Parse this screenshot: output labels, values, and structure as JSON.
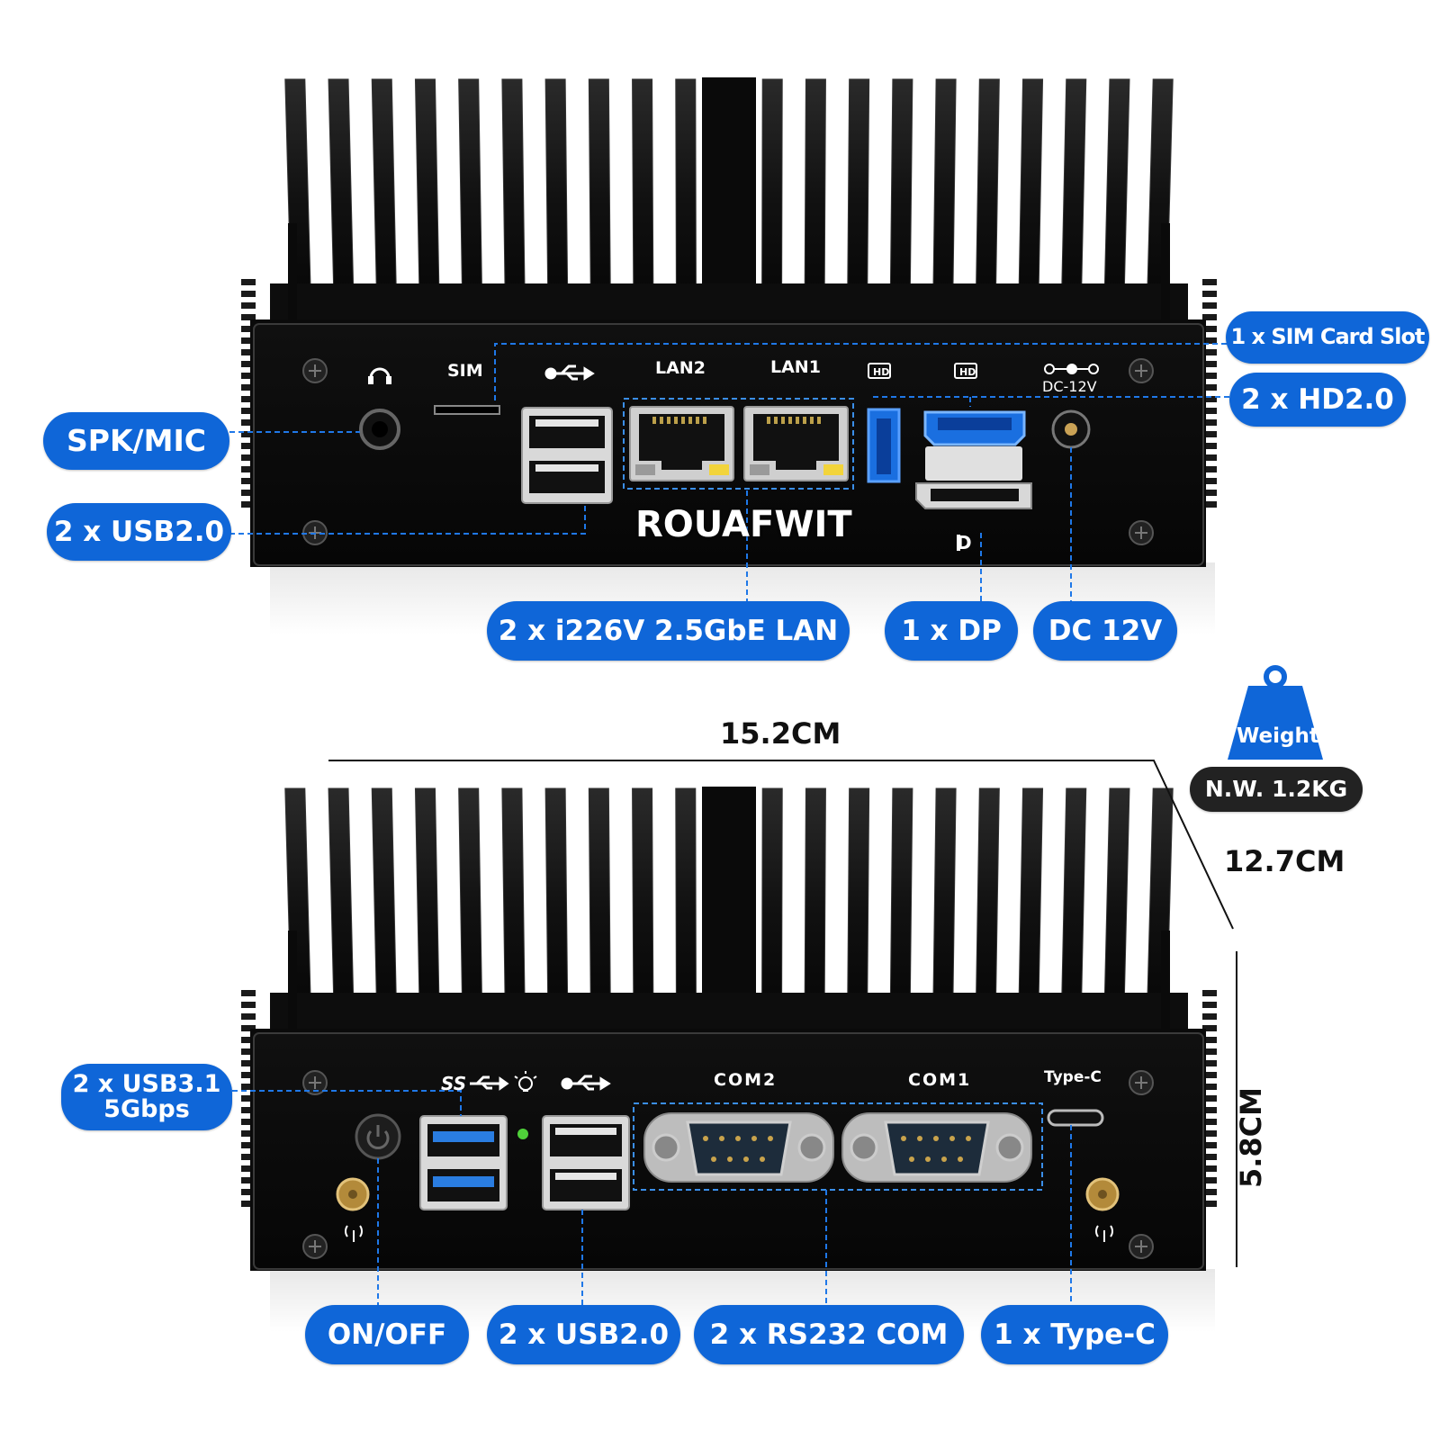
{
  "brand": "ROUAFWIT",
  "front_panel": {
    "port_labels": {
      "sim": "SIM",
      "lan2": "LAN2",
      "lan1": "LAN1",
      "dc": "DC-12V",
      "dp": "P"
    },
    "callouts": {
      "spk_mic": "SPK/MIC",
      "usb20": "2 x USB2.0",
      "sim_slot": "1 x SIM Card Slot",
      "hd": "2 x HD2.0",
      "lan": "2 x i226V 2.5GbE LAN",
      "dp": "1 x DP",
      "dc": "DC 12V"
    }
  },
  "rear_panel": {
    "port_labels": {
      "com2": "COM2",
      "com1": "COM1",
      "typec": "Type-C",
      "ss": "SS"
    },
    "callouts": {
      "usb31": "2 x USB3.1\n5Gbps",
      "onoff": "ON/OFF",
      "usb20": "2 x USB2.0",
      "rs232": "2 x RS232 COM",
      "typec": "1 x Type-C"
    }
  },
  "dimensions": {
    "width": "15.2CM",
    "depth": "12.7CM",
    "height": "5.8CM"
  },
  "weight": {
    "label": "Weight",
    "value": "N.W. 1.2KG"
  },
  "colors": {
    "accent_blue": "#0f66d8",
    "chassis": "#0d0d0d",
    "usb3_blue": "#2a7de1",
    "weight_blue": "#0f66d8",
    "weight_value_bg": "#222222"
  },
  "icons": [
    "headphone-icon",
    "usb-icon",
    "hdmi-icon",
    "dc-power-icon",
    "displayport-icon",
    "superspeed-usb-icon",
    "led-icon",
    "wifi-antenna-icon",
    "power-button-icon"
  ]
}
